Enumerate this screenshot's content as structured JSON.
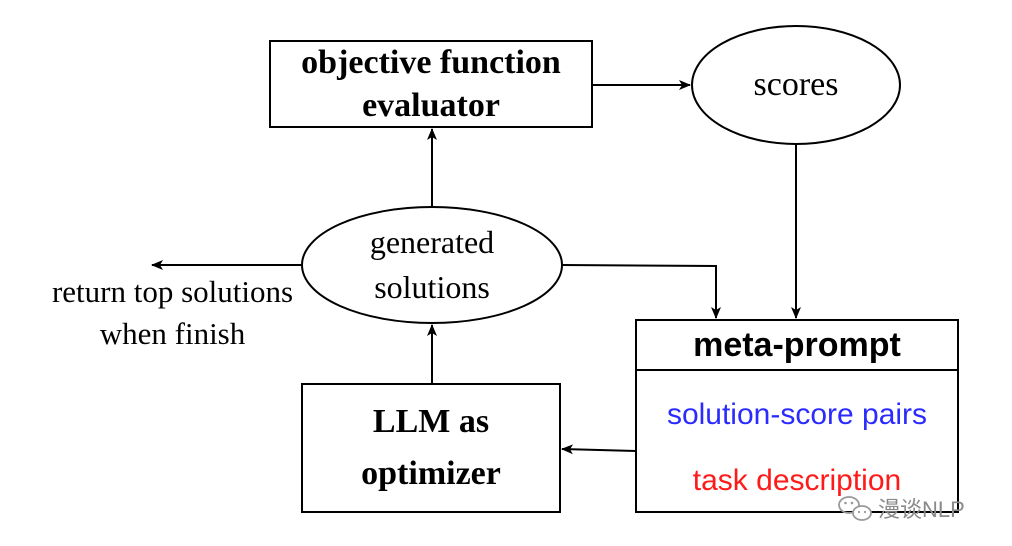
{
  "nodes": {
    "evaluator": {
      "lines": [
        "objective function",
        "evaluator"
      ]
    },
    "scores": {
      "label": "scores"
    },
    "generated": {
      "lines": [
        "generated",
        "solutions"
      ]
    },
    "return_note": {
      "lines": [
        "return top solutions",
        "when finish"
      ]
    },
    "llm": {
      "lines": [
        "LLM as",
        "optimizer"
      ]
    },
    "meta_prompt": {
      "title": "meta-prompt",
      "line1": "solution-score pairs",
      "line2": "task description"
    }
  },
  "colors": {
    "stroke": "#000000",
    "pairs_text": "#2b2bff",
    "task_text": "#ff1a1a"
  },
  "watermark": {
    "text": "漫谈NLP",
    "icon": "wechat-icon"
  }
}
